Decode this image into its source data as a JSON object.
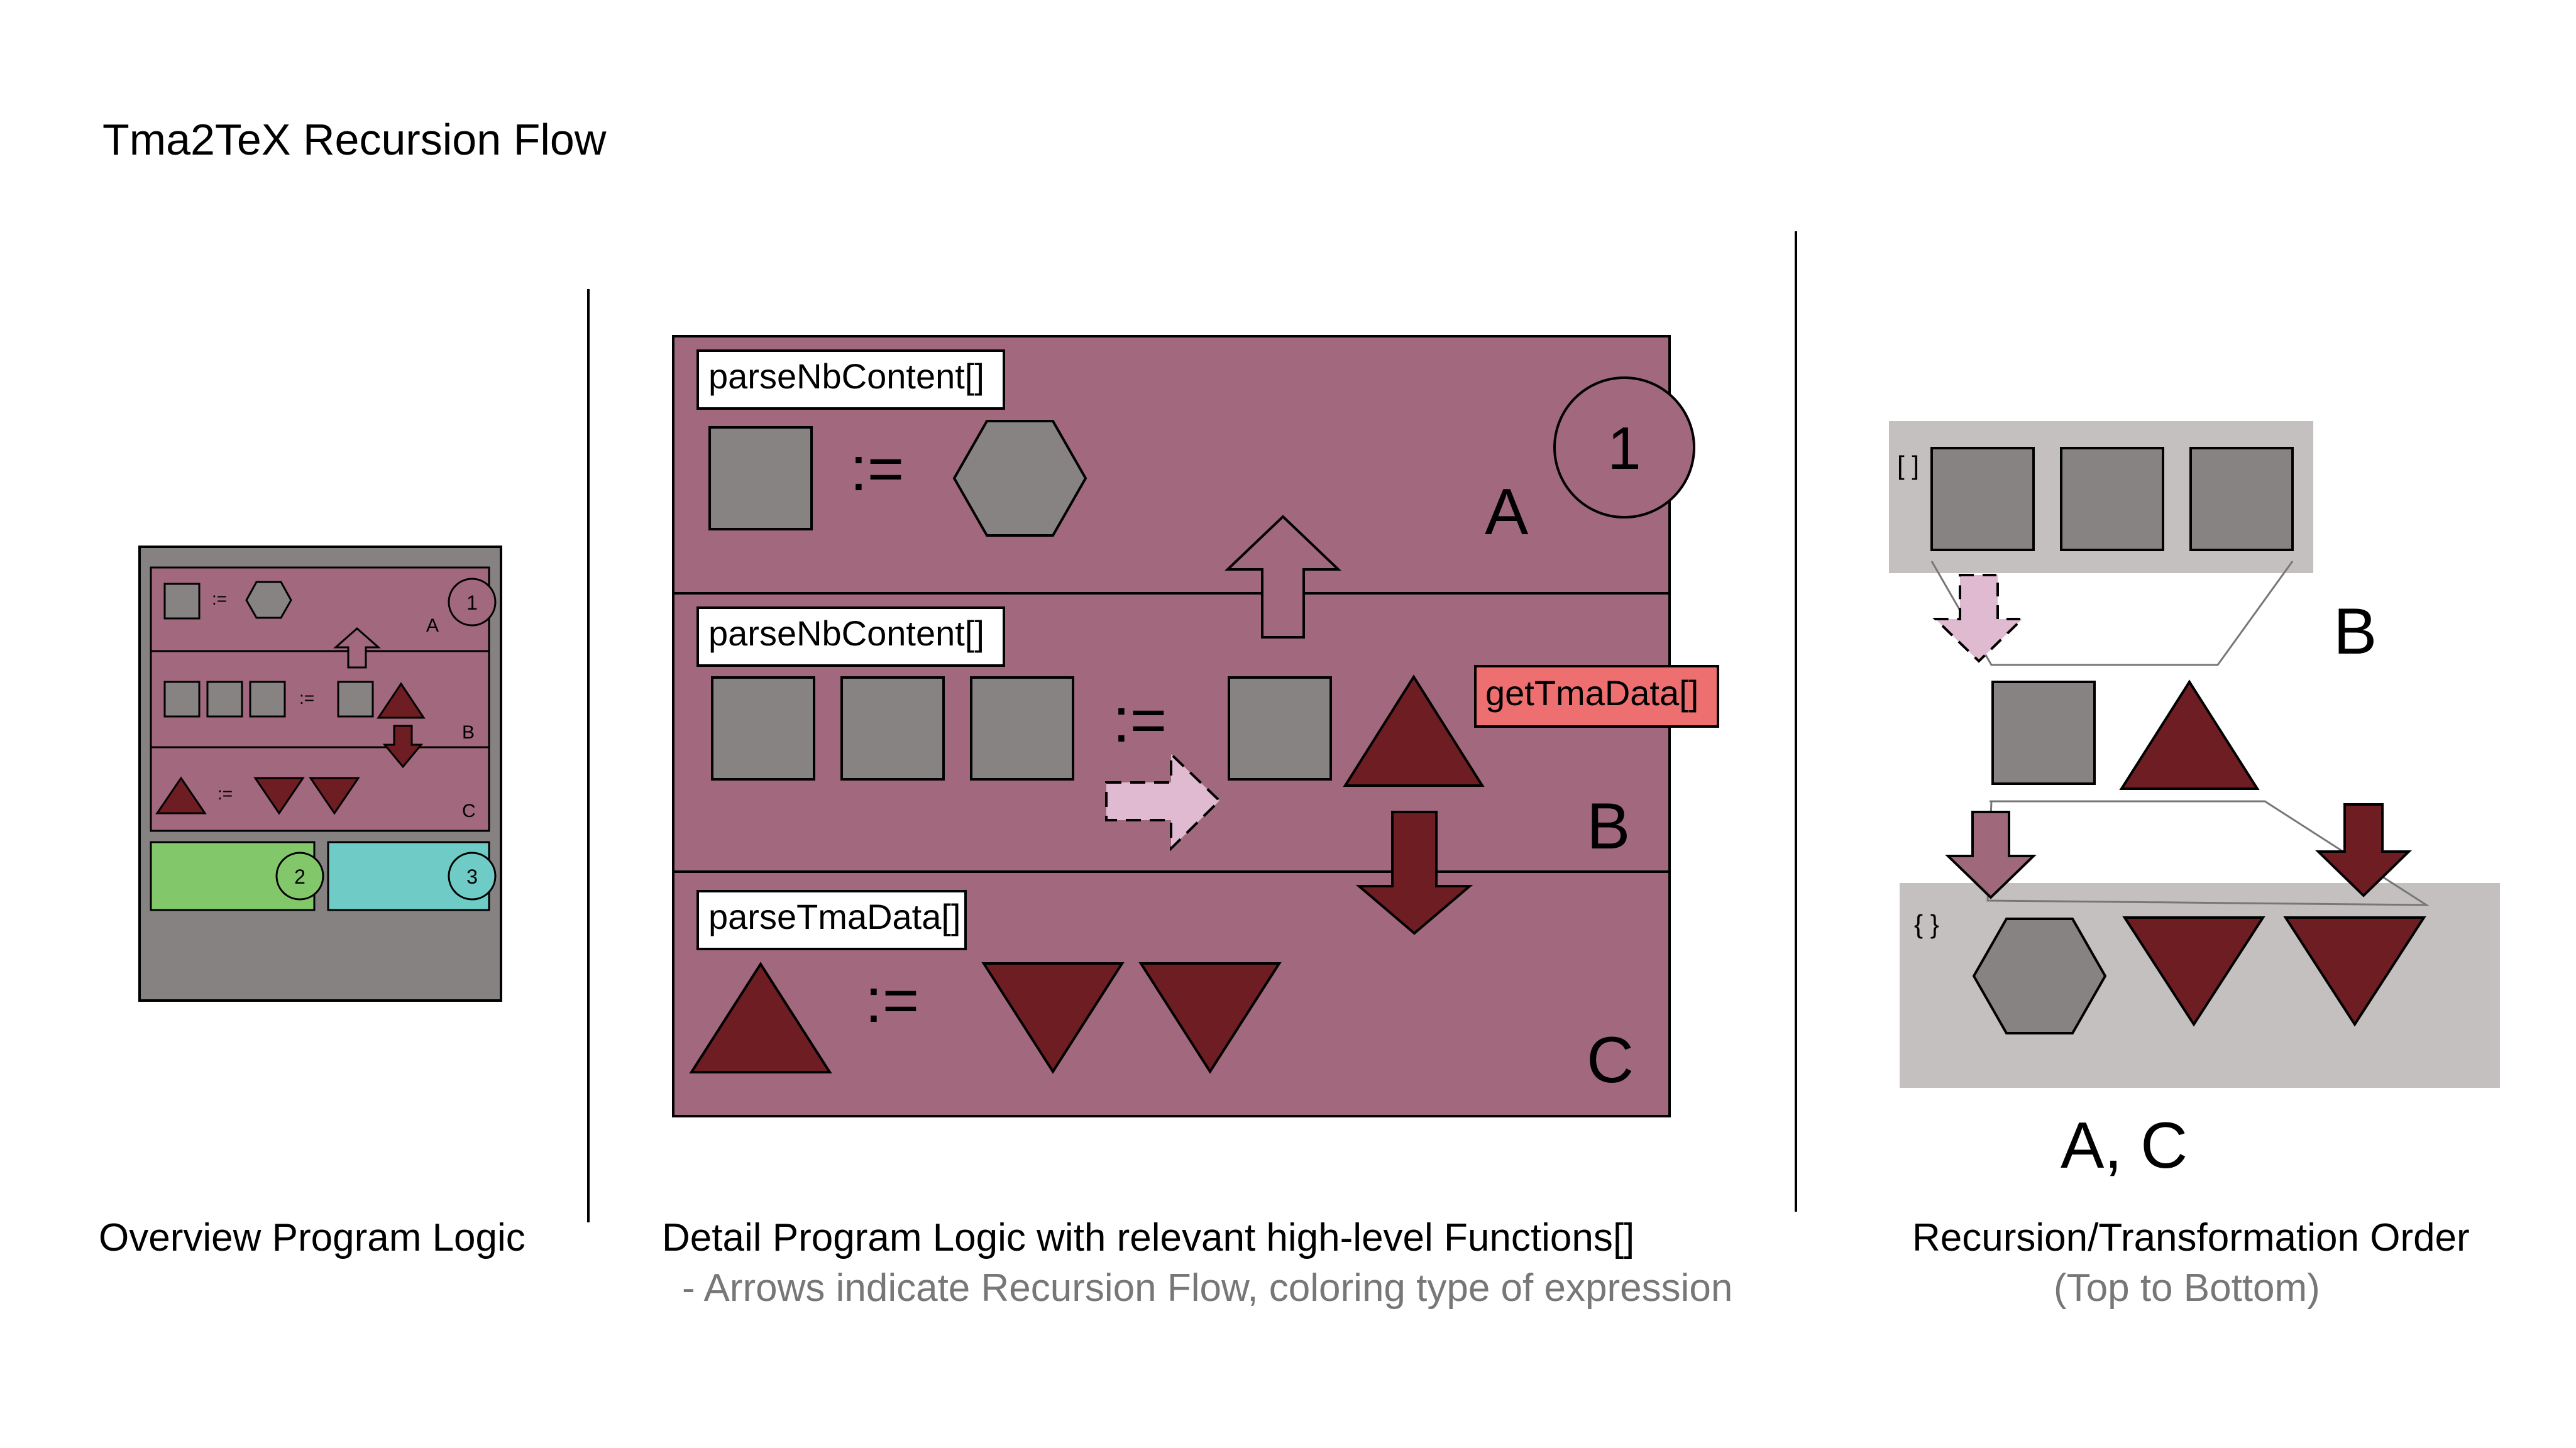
{
  "title": "Tma2TeX Recursion Flow",
  "colors": {
    "panel_bg": "#a2687e",
    "grey_shape": "#878383",
    "dark_red": "#6e1e22",
    "pink_arrow": "#dfbad0",
    "mauve_arrow": "#a0687b",
    "label_red": "#ee6f70",
    "green": "#82c86a",
    "teal": "#6ecbc6",
    "frame_grey": "#868282",
    "light_grey": "#c4c0c0"
  },
  "overview": {
    "assign_symbol": ":=",
    "row_letters": [
      "A",
      "B",
      "C"
    ],
    "circle_numbers": [
      "1",
      "2",
      "3"
    ],
    "caption": "Overview Program Logic"
  },
  "detail": {
    "rows": [
      {
        "function": "parseNbContent[]",
        "letter": "A"
      },
      {
        "function": "parseNbContent[]",
        "letter": "B"
      },
      {
        "function": "parseTmaData[]",
        "letter": "C"
      }
    ],
    "circle_number": "1",
    "assign_symbol": ":=",
    "side_label": "getTmaData[]",
    "caption": "Detail Program Logic with relevant high-level Functions[]",
    "subcaption": "- Arrows indicate Recursion Flow, coloring type of expression"
  },
  "order": {
    "list_bracket": "[ ]",
    "set_bracket": "{ }",
    "letter_b": "B",
    "letter_ac": "A, C",
    "caption": "Recursion/Transformation Order",
    "subcaption": "(Top to Bottom)"
  }
}
